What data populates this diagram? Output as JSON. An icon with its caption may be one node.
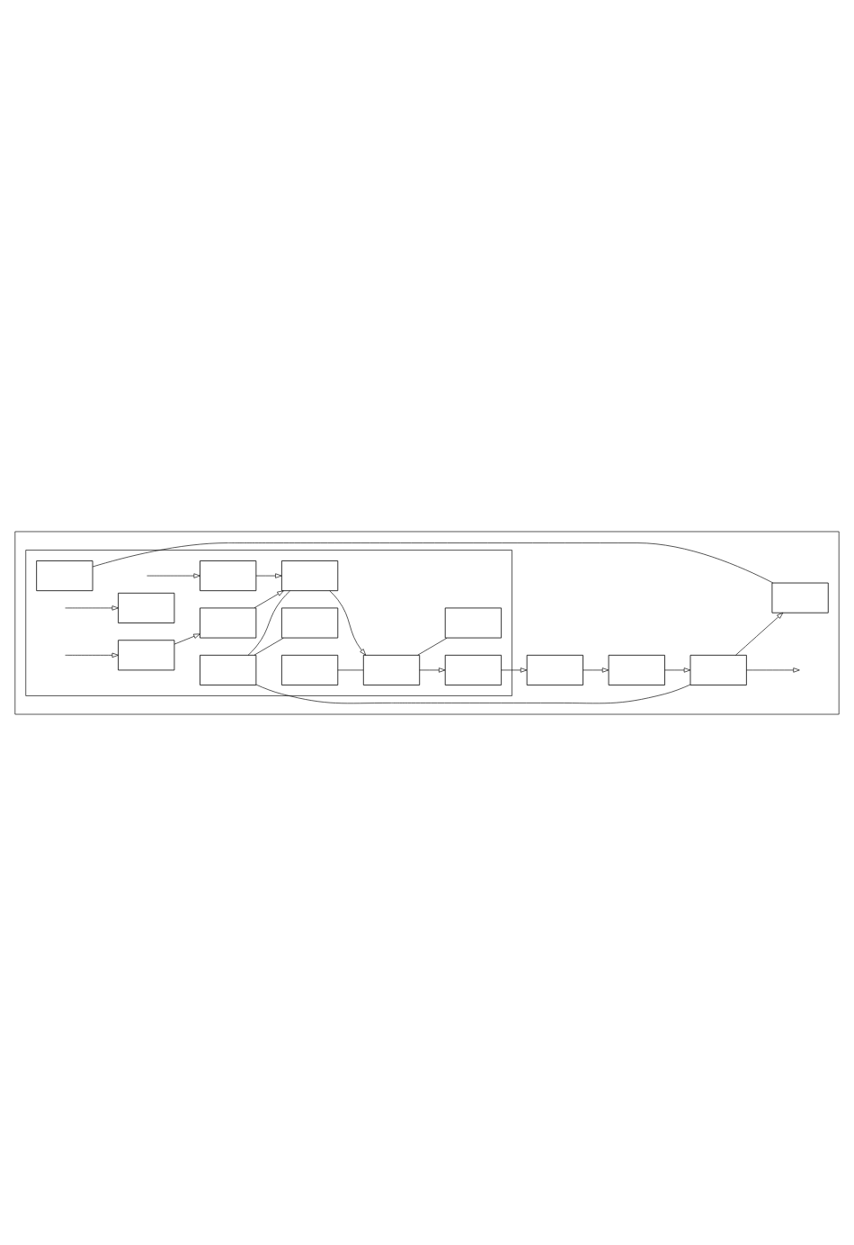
{
  "diagram": {
    "nodes": [
      {
        "text": [],
        "shape": "box"
      },
      {
        "text": [],
        "shape": "box",
        "in": 0
      },
      {
        "text": [],
        "shape": "box",
        "in": 1
      },
      {
        "text": [],
        "shape": "box",
        "in": 1
      },
      {
        "text": [],
        "shape": "box",
        "in": 1
      },
      {
        "text": [],
        "shape": "box",
        "in": 1
      },
      {
        "text": [],
        "shape": "box",
        "in": 1
      },
      {
        "text": [],
        "shape": "box",
        "in": 1
      },
      {
        "text": [],
        "shape": "box",
        "in": 1
      },
      {
        "text": [],
        "shape": "box",
        "in": 1
      },
      {
        "text": [],
        "shape": "box",
        "in": 1
      },
      {
        "text": [],
        "shape": "box",
        "in": 1
      },
      {
        "text": [],
        "shape": "box",
        "in": 1
      },
      {
        "text": [],
        "shape": "box",
        "in": 1
      },
      {
        "text": [],
        "shape": "box",
        "in": 0
      },
      {
        "text": [],
        "shape": "box",
        "in": 0
      },
      {
        "text": [],
        "shape": "box",
        "in": 0
      },
      {
        "text": [],
        "shape": "box",
        "in": 0
      }
    ],
    "edges": [
      {
        "from": null,
        "to": 7,
        "arrow": "to"
      },
      {
        "from": 7,
        "to": 8,
        "arrow": "to"
      },
      {
        "from": 8,
        "to": 9,
        "arrow": "to"
      },
      {
        "from": 9,
        "to": 10,
        "arrow": "to"
      },
      {
        "from": 10,
        "to": 17,
        "arrow": "to"
      },
      {
        "from": 17,
        "to": 16,
        "arrow": "to"
      },
      {
        "from": 16,
        "to": 15,
        "arrow": "to"
      },
      {
        "from": 15,
        "to": 14,
        "arrow": "to"
      },
      {
        "from": 15,
        "to": null,
        "arrow": "to"
      },
      {
        "from": null,
        "to": 2,
        "arrow": "to"
      },
      {
        "from": 11,
        "to": 8,
        "arrow": "to"
      },
      {
        "from": 13,
        "to": 11,
        "arrow": "to"
      },
      {
        "from": null,
        "to": 13,
        "arrow": "to"
      },
      {
        "from": 4,
        "to": 8,
        "arrow": "none"
      },
      {
        "from": 4,
        "to": 15,
        "arrow": "none"
      },
      {
        "from": 4,
        "to": 5,
        "arrow": "none"
      },
      {
        "from": 3,
        "to": 14,
        "arrow": "none"
      },
      {
        "from": 6,
        "to": 9,
        "arrow": "none"
      },
      {
        "from": 9,
        "to": 12,
        "arrow": "none"
      }
    ]
  }
}
